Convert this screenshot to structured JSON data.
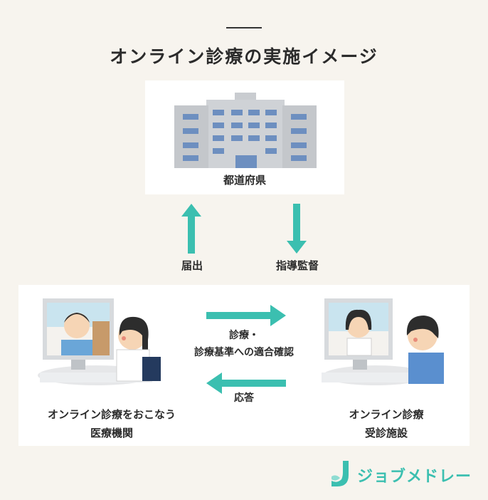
{
  "title": "オンライン診療の実施イメージ",
  "government": {
    "label": "都道府県"
  },
  "arrows": {
    "report_label": "届出",
    "guidance_label": "指導監督",
    "consult_label_line1": "診療・",
    "consult_label_line2": "診療基準への適合確認",
    "response_label": "応答"
  },
  "left_party": {
    "line1": "オンライン診療をおこなう",
    "line2": "医療機関"
  },
  "right_party": {
    "line1": "オンライン診療",
    "line2": "受診施設"
  },
  "logo": {
    "text": "ジョブメドレー"
  },
  "colors": {
    "accent": "#3bbfb0",
    "background": "#f7f4ee",
    "panel": "#ffffff",
    "building": "#c9ccd0",
    "window": "#6d8fc0"
  }
}
